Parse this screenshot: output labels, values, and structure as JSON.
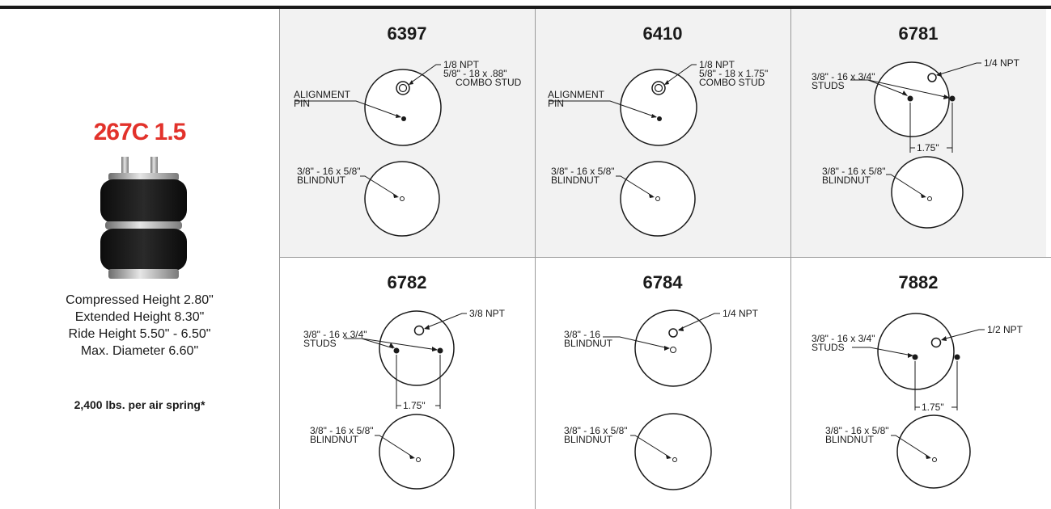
{
  "model": {
    "title": "267C 1.5",
    "title_color": "#e2322b",
    "specs": [
      "Compressed Height 2.80\"",
      "Extended Height 8.30\"",
      "Ride Height 5.50\" - 6.50\"",
      "Max. Diameter 6.60\""
    ],
    "load": "2,400 lbs. per air spring*"
  },
  "parts": [
    {
      "number": "6397",
      "top_labels": [
        "1/8 NPT",
        "5/8\" - 18 x .88\"",
        "COMBO STUD",
        "ALIGNMENT",
        "PIN"
      ],
      "bottom_labels": [
        "3/8\" - 16 x 5/8\"",
        "BLINDNUT"
      ]
    },
    {
      "number": "6410",
      "top_labels": [
        "1/8 NPT",
        "5/8\" - 18 x 1.75\"",
        "COMBO STUD",
        "ALIGNMENT",
        "PIN"
      ],
      "bottom_labels": [
        "3/8\" - 16 x 5/8\"",
        "BLINDNUT"
      ]
    },
    {
      "number": "6781",
      "top_labels": [
        "1/4 NPT",
        "3/8\" - 16 x 3/4\"",
        "STUDS",
        "1.75\""
      ],
      "bottom_labels": [
        "3/8\" - 16 x 5/8\"",
        "BLINDNUT"
      ]
    },
    {
      "number": "6782",
      "top_labels": [
        "3/8 NPT",
        "3/8\" - 16 x 3/4\"",
        "STUDS",
        "1.75\""
      ],
      "bottom_labels": [
        "3/8\" - 16 x 5/8\"",
        "BLINDNUT"
      ]
    },
    {
      "number": "6784",
      "top_labels": [
        "1/4 NPT",
        "3/8\" - 16",
        "BLINDNUT"
      ],
      "bottom_labels": [
        "3/8\" - 16 x 5/8\"",
        "BLINDNUT"
      ]
    },
    {
      "number": "7882",
      "top_labels": [
        "1/2 NPT",
        "3/8\" - 16 x 3/4\"",
        "STUDS",
        "1.75\""
      ],
      "bottom_labels": [
        "3/8\" - 16 x 5/8\"",
        "BLINDNUT"
      ]
    }
  ]
}
